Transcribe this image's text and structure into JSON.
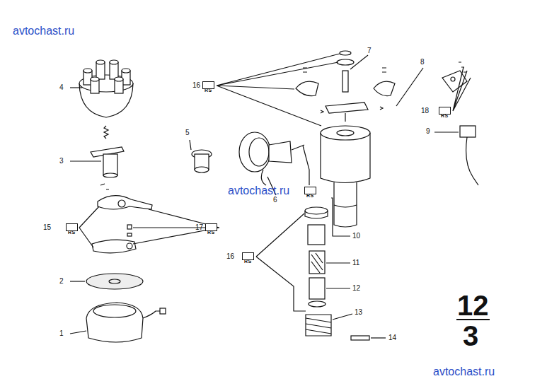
{
  "diagram": {
    "nodes": [
      {
        "text": [
          "RS"
        ]
      },
      {
        "text": [
          "RS"
        ]
      },
      {
        "text": [
          "RS"
        ]
      },
      {
        "text": [
          "RS"
        ]
      },
      {
        "text": [
          "RS"
        ]
      },
      {
        "text": [
          "RS"
        ]
      }
    ],
    "labels": [
      "avtochast.ru",
      "16",
      "7",
      "8",
      "4",
      "18",
      "5",
      "9",
      "3",
      "avtochast.ru",
      "6",
      "15",
      "17",
      "10",
      "16",
      "11",
      "2",
      "12",
      "13",
      "14",
      "1",
      "12",
      "3",
      "avtochast.ru"
    ]
  }
}
